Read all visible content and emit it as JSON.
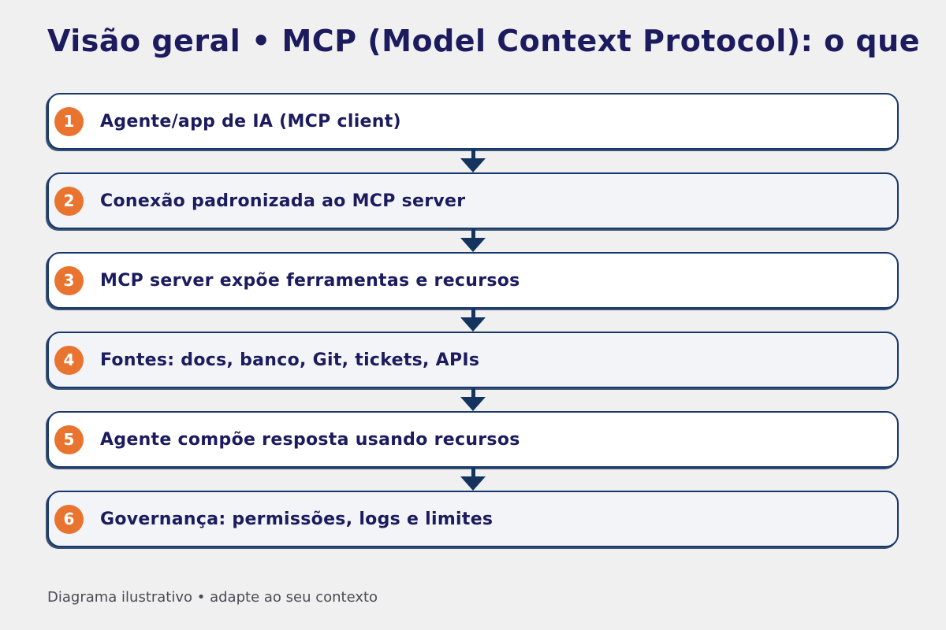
{
  "title": "Visão geral • MCP (Model Context Protocol): o que",
  "footer": "Diagrama ilustrativo • adapte ao seu contexto",
  "colors": {
    "background": "#f0f0f1",
    "box_border": "#17386b",
    "box_bg_odd": "#ffffff",
    "box_bg_even": "#f3f4f7",
    "text_navy": "#1b1b5e",
    "badge_orange": "#e8742f",
    "badge_text": "#ffffff",
    "arrow_navy": "#14345f",
    "footer_gray": "#4b4b55"
  },
  "steps": [
    {
      "number": "1",
      "label": "Agente/app de IA (MCP client)"
    },
    {
      "number": "2",
      "label": "Conexão padronizada ao MCP server"
    },
    {
      "number": "3",
      "label": "MCP server expõe ferramentas e recursos"
    },
    {
      "number": "4",
      "label": "Fontes: docs, banco, Git, tickets, APIs"
    },
    {
      "number": "5",
      "label": "Agente compõe resposta usando recursos"
    },
    {
      "number": "6",
      "label": "Governança: permissões, logs e limites"
    }
  ]
}
